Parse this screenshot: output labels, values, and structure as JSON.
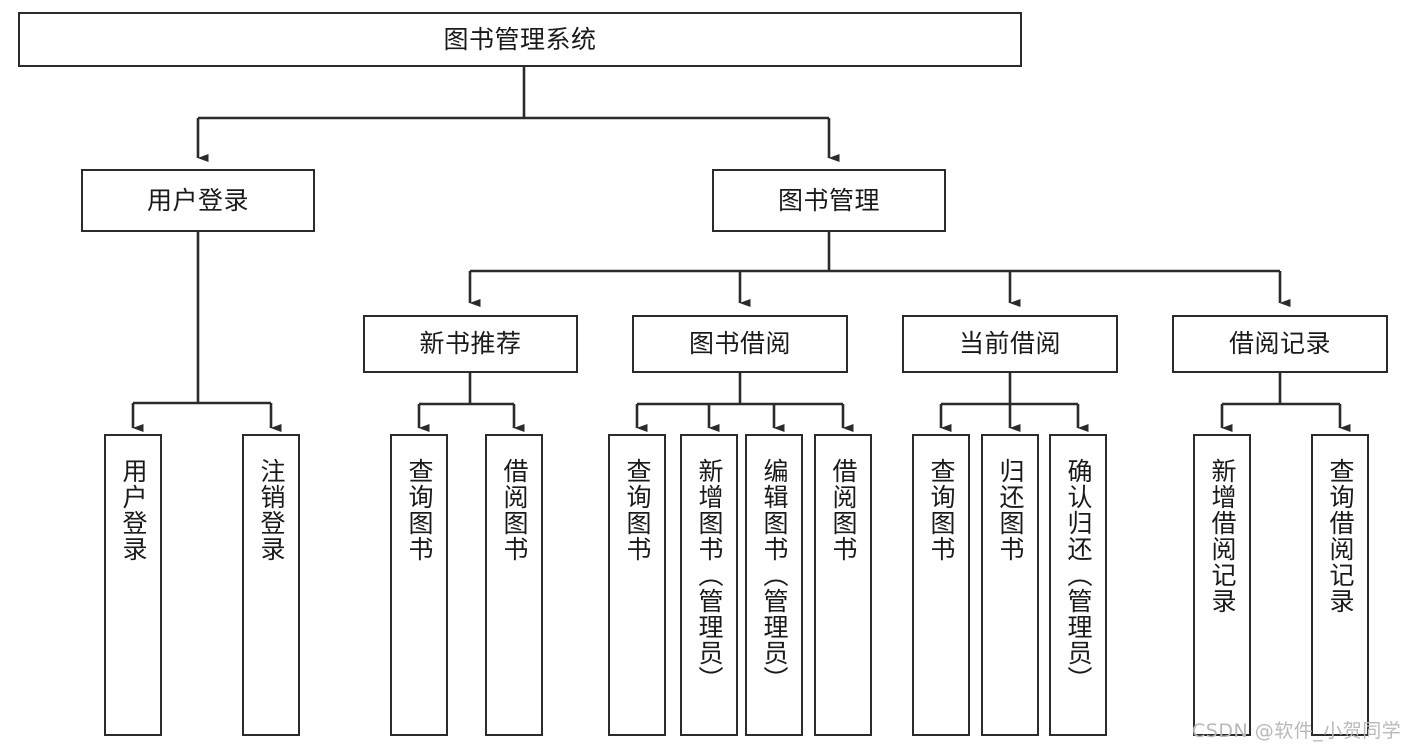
{
  "diagram": {
    "title": "图书管理系统",
    "type": "功能结构图",
    "watermark": "CSDN @软件_小贺同学",
    "colors": {
      "stroke": "#2b2b2b",
      "fill": "#ffffff",
      "text": "#1a1a1a",
      "watermark": "#b9b9b9"
    },
    "root": {
      "label": "图书管理系统"
    },
    "level2": [
      {
        "label": "用户登录"
      },
      {
        "label": "图书管理"
      }
    ],
    "level3": [
      {
        "label": "新书推荐"
      },
      {
        "label": "图书借阅"
      },
      {
        "label": "当前借阅"
      },
      {
        "label": "借阅记录"
      }
    ],
    "leaves": [
      {
        "label": "用户登录"
      },
      {
        "label": "注销登录"
      },
      {
        "label": "查询图书"
      },
      {
        "label": "借阅图书"
      },
      {
        "label": "查询图书"
      },
      {
        "label": "新增图书（管理员）"
      },
      {
        "label": "编辑图书（管理员）"
      },
      {
        "label": "借阅图书"
      },
      {
        "label": "查询图书"
      },
      {
        "label": "归还图书"
      },
      {
        "label": "确认归还（管理员）"
      },
      {
        "label": "新增借阅记录"
      },
      {
        "label": "查询借阅记录"
      }
    ]
  }
}
